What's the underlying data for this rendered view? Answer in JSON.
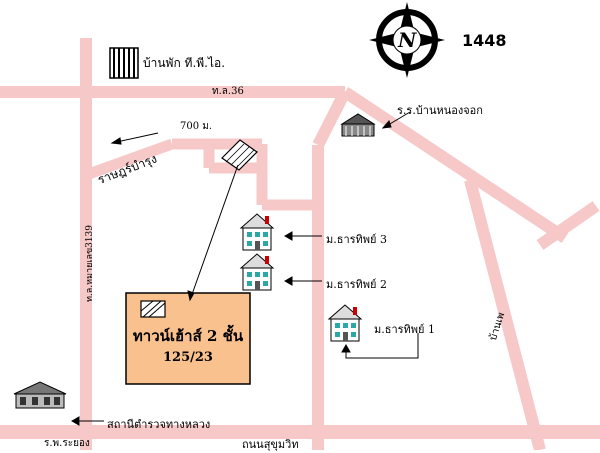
{
  "map_number": "1448",
  "compass": {
    "north_letter": "N",
    "icon": "compass-rose-icon"
  },
  "colors": {
    "road": "#f7c8c8",
    "plot": "#f9c18e",
    "water": "#e8e8e8"
  },
  "labels": {
    "hotel_tpi": "บ้านพัก ที.พี.ไอ.",
    "road_36": "ท.ล.36",
    "school": "ร.ร.บ้านหนองจอก",
    "distance": "700 ม.",
    "road_rat": "ราษฎร์บำรุง",
    "village_3": "ม.ธารทิพย์ 3",
    "village_2": "ม.ธารทิพย์ 2",
    "village_1": "ม.ธารทิพย์ 1",
    "road_3139": "ท.ล.หมายเลข3139",
    "road_right": "บ้านเพ",
    "plot_title": "ทาวน์เฮ้าส์ 2 ชั้น",
    "plot_number": "125/23",
    "police": "สถานีตำรวจทางหลวง",
    "road_rayong": "ร.พ.ระยอง",
    "road_sukhumvit": "ถนนสุขุมวิท"
  }
}
